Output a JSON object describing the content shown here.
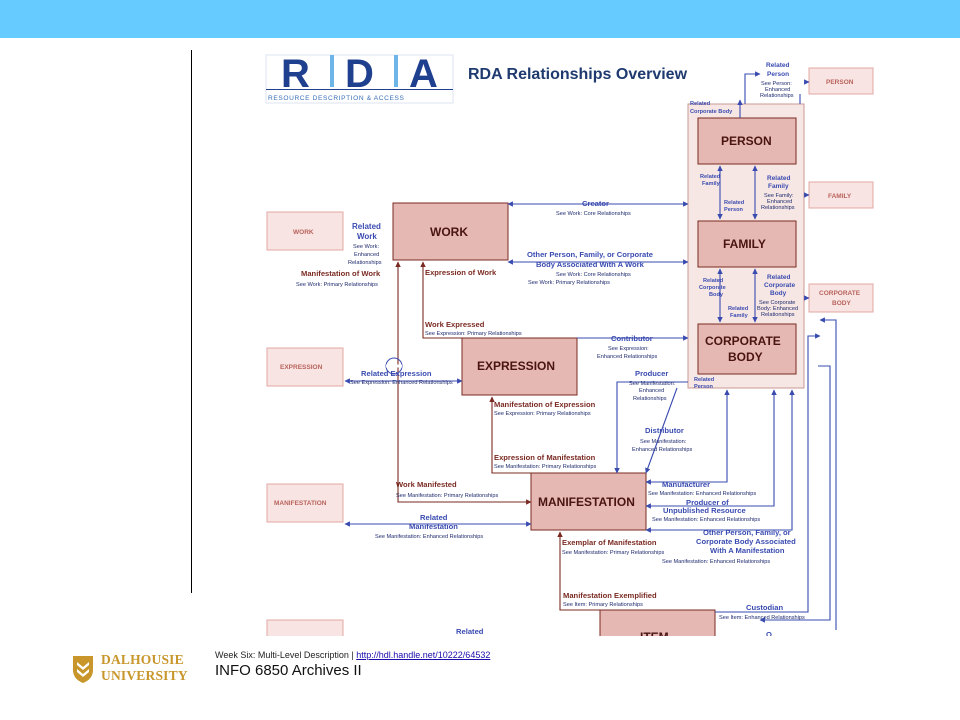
{
  "header": {
    "accent_color": "#66ccff"
  },
  "diagram": {
    "logo_letters": [
      "R",
      "D",
      "A"
    ],
    "logo_caption": "RESOURCE DESCRIPTION & ACCESS",
    "title": "RDA Relationships Overview",
    "entities": {
      "work": "WORK",
      "expression": "EXPRESSION",
      "manifestation": "MANIFESTATION",
      "item": "ITEM",
      "person": "PERSON",
      "family": "FAMILY",
      "corporate_body_1": "CORPORATE",
      "corporate_body_2": "BODY"
    },
    "tabs": {
      "work": "WORK",
      "expression": "EXPRESSION",
      "manifestation": "MANIFESTATION",
      "person": "PERSON",
      "family": "FAMILY",
      "corporate_1": "CORPORATE",
      "corporate_2": "BODY"
    },
    "labels": {
      "related_person_1": "Related",
      "related_person_2": "Person",
      "related_person_see_1": "See Person:",
      "related_person_see_2": "Enhanced",
      "related_person_see_3": "Relationships",
      "related_corp_top_1": "Related",
      "related_corp_top_2": "Corporate Body",
      "rel_family_left_1": "Related",
      "rel_family_left_2": "Family",
      "rel_family_right_1": "Related",
      "rel_family_right_2": "Family",
      "rel_family_see_1": "See Family:",
      "rel_family_see_2": "Enhanced",
      "rel_family_see_3": "Relationships",
      "rel_person_mid_1": "Related",
      "rel_person_mid_2": "Person",
      "rel_corp_left_1": "Related",
      "rel_corp_left_2": "Corporate",
      "rel_corp_left_3": "Body",
      "rel_corp_right_1": "Related",
      "rel_corp_right_2": "Corporate",
      "rel_corp_right_3": "Body",
      "rel_corp_see_1": "See Corporate",
      "rel_corp_see_2": "Body: Enhanced",
      "rel_corp_see_3": "Relationships",
      "rel_family_low_1": "Related",
      "rel_family_low_2": "Family",
      "rel_person_bottom_1": "Related",
      "rel_person_bottom_2": "Person",
      "related_work_1": "Related",
      "related_work_2": "Work",
      "related_work_see_1": "See Work:",
      "related_work_see_2": "Enhanced",
      "related_work_see_3": "Relationships",
      "manifestation_of_work": "Manifestation of Work",
      "manifestation_of_work_see": "See Work: Primary Relationships",
      "expression_of_work": "Expression of Work",
      "creator": "Creator",
      "creator_see": "See Work: Core Relationships",
      "other_assoc_work_1": "Other Person, Family, or Corporate",
      "other_assoc_work_2": "Body Associated With A Work",
      "other_assoc_work_see_1": "See Work: Core Relationships",
      "other_assoc_work_see_2": "See Work: Primary Relationships",
      "work_expressed": "Work Expressed",
      "work_expressed_see": "See Expression: Primary Relationships",
      "contributor": "Contributor",
      "contributor_see_1": "See Expression:",
      "contributor_see_2": "Enhanced Relationships",
      "related_expression": "Related Expression",
      "related_expression_see": "See Expression: Enhanced Relationships",
      "producer": "Producer",
      "producer_see_1": "See Manifestation:",
      "producer_see_2": "Enhanced",
      "producer_see_3": "Relationships",
      "manifestation_of_expression": "Manifestation of Expression",
      "manifestation_of_expression_see": "See Expression: Primary Relationships",
      "distributor": "Distributor",
      "distributor_see_1": "See Manifestation:",
      "distributor_see_2": "Enhanced Relationships",
      "expression_of_manifestation": "Expression of Manifestation",
      "expression_of_manifestation_see": "See Manifestation: Primary Relationships",
      "work_manifested": "Work Manifested",
      "work_manifested_see": "See Manifestation: Primary Relationships",
      "manufacturer": "Manufacturer",
      "manufacturer_see": "See Manifestation: Enhanced Relationships",
      "producer_unpub_1": "Producer of",
      "producer_unpub_2": "Unpublished Resource",
      "producer_unpub_see": "See Manifestation: Enhanced Relationships",
      "related_manifestation_1": "Related",
      "related_manifestation_2": "Manifestation",
      "related_manifestation_see": "See Manifestation: Enhanced Relationships",
      "exemplar_of_manifestation": "Exemplar of Manifestation",
      "exemplar_see": "See Manifestation: Primary Relationships",
      "other_assoc_man_1": "Other Person, Family, or",
      "other_assoc_man_2": "Corporate Body Associated",
      "other_assoc_man_3": "With A Manifestation",
      "other_assoc_man_see": "See Manifestation: Enhanced Relationships",
      "manifestation_exemplified": "Manifestation Exemplified",
      "manifestation_exemplified_see": "See Item: Primary Relationships",
      "custodian": "Custodian",
      "custodian_see": "See Item: Enhanced Relationships",
      "related_item": "Related",
      "owner_partial": "O"
    }
  },
  "footer": {
    "caption_prefix": "Week Six: Multi-Level Description | ",
    "link": "http://hdl.handle.net/10222/64532",
    "course": "INFO 6850 Archives II",
    "logo_line1": "DALHOUSIE",
    "logo_line2": "UNIVERSITY"
  }
}
